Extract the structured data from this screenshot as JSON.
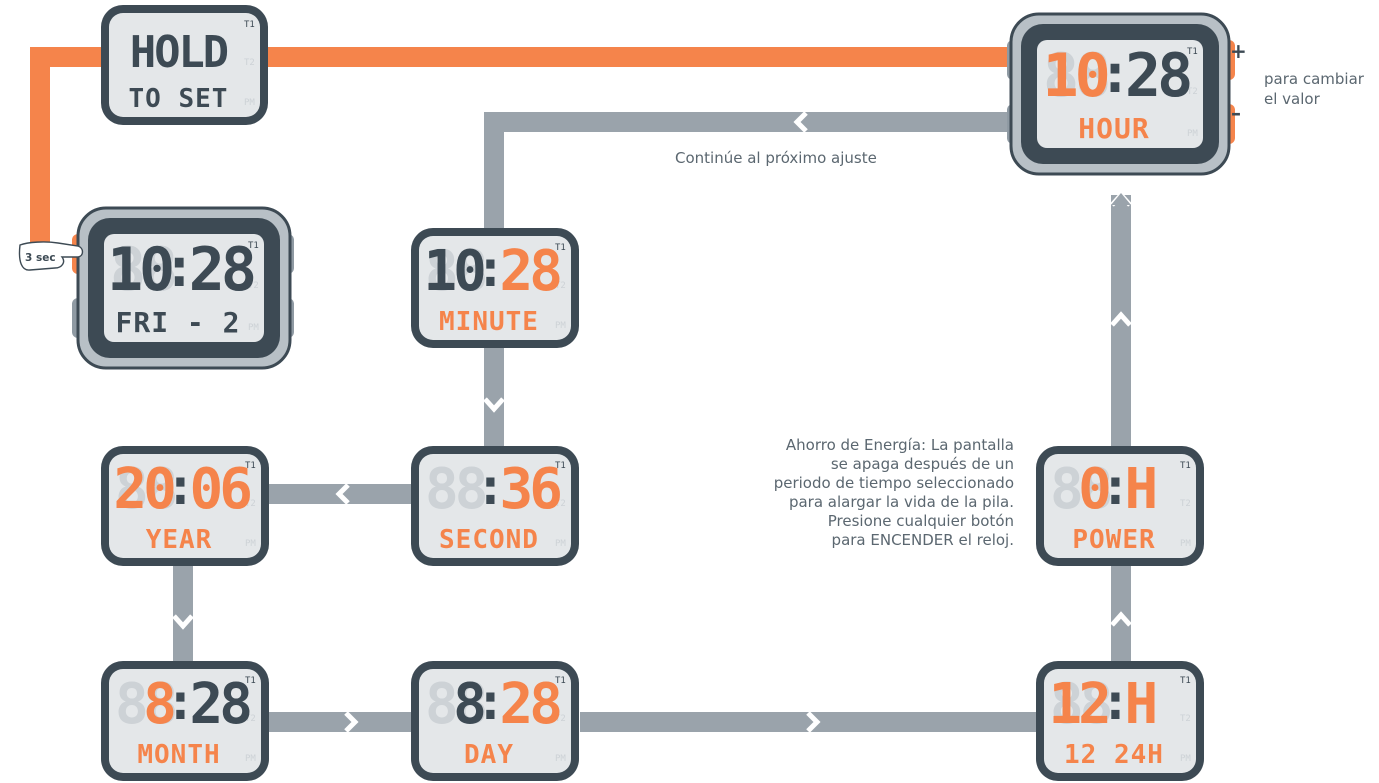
{
  "colors": {
    "accent": "#f5844b",
    "path": "#9aa3ab",
    "frame": "#3d4a54",
    "screen": "#e4e7e9",
    "digit_on": "#3d4a54",
    "digit_off": "#cdd2d6"
  },
  "screens": [
    {
      "id": "hold",
      "top": "HOLD",
      "bottom": "TO SET",
      "top_color": "dark",
      "bottom_color": "dark"
    },
    {
      "id": "clock",
      "top_left": "10",
      "top_right": "28",
      "bottom": "FRI - 2",
      "left_color": "dark",
      "right_color": "dark",
      "bottom_color": "dark"
    },
    {
      "id": "hour",
      "top_left": "10",
      "top_right": "28",
      "bottom": "HOUR",
      "left_color": "orange",
      "right_color": "dark",
      "bottom_color": "orange"
    },
    {
      "id": "minute",
      "top_left": "10",
      "top_right": "28",
      "bottom": "MINUTE",
      "left_color": "dark",
      "right_color": "orange",
      "bottom_color": "orange"
    },
    {
      "id": "second",
      "top_left": "",
      "top_right": "36",
      "bottom": "SECOND",
      "left_color": "dark",
      "right_color": "orange",
      "bottom_color": "orange"
    },
    {
      "id": "year",
      "top_left": "20",
      "top_right": "06",
      "bottom": "YEAR",
      "left_color": "orange",
      "right_color": "orange",
      "bottom_color": "orange"
    },
    {
      "id": "month",
      "top_left": "8",
      "top_right": "28",
      "bottom": "MONTH",
      "left_color": "orange",
      "right_color": "dark",
      "bottom_color": "orange"
    },
    {
      "id": "day",
      "top_left": "8",
      "top_right": "28",
      "bottom": "DAY",
      "left_color": "dark",
      "right_color": "orange",
      "bottom_color": "orange"
    },
    {
      "id": "format",
      "top_left": "12",
      "top_right": "H",
      "bottom": "12 24H",
      "left_color": "orange",
      "right_color": "orange",
      "bottom_color": "orange"
    },
    {
      "id": "power",
      "top_left": "0",
      "top_right": "H",
      "bottom": "POWER",
      "left_color": "orange",
      "right_color": "orange",
      "bottom_color": "orange"
    }
  ],
  "indicators": {
    "t1": "T1",
    "t2": "T2",
    "pm": "PM"
  },
  "annotations": {
    "press_time": "3 sec",
    "plus": "+",
    "minus": "–",
    "change_value_1": "para cambiar",
    "change_value_2": "el valor",
    "next_setting": "Continúe al próximo ajuste",
    "power_saving": [
      "Ahorro de Energía: La pantalla",
      "se apaga después de un",
      "periodo de tiempo seleccionado",
      "para alargar la vida de la pila.",
      "Presione cualquier botón",
      "para ENCENDER el reloj."
    ]
  }
}
